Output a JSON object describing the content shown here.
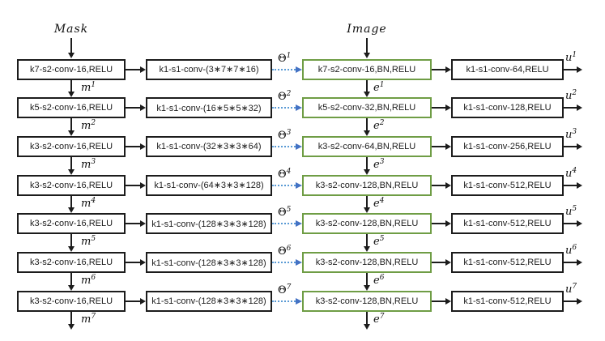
{
  "diagram": {
    "title": "two-branch sparse convolution encoder",
    "mask_input_label": "Mask",
    "image_input_label": "Image",
    "colors": {
      "box_border": "#1c1c1c",
      "image_box_border": "#6f9d45",
      "theta_arrow": "#5b9bd5",
      "theta_arrowhead": "#4472c4",
      "text": "#1c1c1c"
    },
    "rows": [
      {
        "mask_conv": "k7-s2-conv-16,RELU",
        "theta_conv": "k1-s1-conv-(3∗7∗7∗16)",
        "theta_label": {
          "base": "Θ",
          "sup": "1"
        },
        "image_conv": "k7-s2-conv-16,BN,RELU",
        "up_conv": "k1-s1-conv-64,RELU",
        "u_label": {
          "base": "u",
          "sup": "1"
        },
        "m_label": {
          "base": "m",
          "sup": "1"
        },
        "e_label": {
          "base": "e",
          "sup": "1"
        }
      },
      {
        "mask_conv": "k5-s2-conv-16,RELU",
        "theta_conv": "k1-s1-conv-(16∗5∗5∗32)",
        "theta_label": {
          "base": "Θ",
          "sup": "2"
        },
        "image_conv": "k5-s2-conv-32,BN,RELU",
        "up_conv": "k1-s1-conv-128,RELU",
        "u_label": {
          "base": "u",
          "sup": "2"
        },
        "m_label": {
          "base": "m",
          "sup": "2"
        },
        "e_label": {
          "base": "e",
          "sup": "2"
        }
      },
      {
        "mask_conv": "k3-s2-conv-16,RELU",
        "theta_conv": "k1-s1-conv-(32∗3∗3∗64)",
        "theta_label": {
          "base": "Θ",
          "sup": "3"
        },
        "image_conv": "k3-s2-conv-64,BN,RELU",
        "up_conv": "k1-s1-conv-256,RELU",
        "u_label": {
          "base": "u",
          "sup": "3"
        },
        "m_label": {
          "base": "m",
          "sup": "3"
        },
        "e_label": {
          "base": "e",
          "sup": "3"
        }
      },
      {
        "mask_conv": "k3-s2-conv-16,RELU",
        "theta_conv": "k1-s1-conv-(64∗3∗3∗128)",
        "theta_label": {
          "base": "Θ",
          "sup": "4"
        },
        "image_conv": "k3-s2-conv-128,BN,RELU",
        "up_conv": "k1-s1-conv-512,RELU",
        "u_label": {
          "base": "u",
          "sup": "4"
        },
        "m_label": {
          "base": "m",
          "sup": "4"
        },
        "e_label": {
          "base": "e",
          "sup": "4"
        }
      },
      {
        "mask_conv": "k3-s2-conv-16,RELU",
        "theta_conv": "k1-s1-conv-(128∗3∗3∗128)",
        "theta_label": {
          "base": "Θ",
          "sup": "5"
        },
        "image_conv": "k3-s2-conv-128,BN,RELU",
        "up_conv": "k1-s1-conv-512,RELU",
        "u_label": {
          "base": "u",
          "sup": "5"
        },
        "m_label": {
          "base": "m",
          "sup": "5"
        },
        "e_label": {
          "base": "e",
          "sup": "5"
        }
      },
      {
        "mask_conv": "k3-s2-conv-16,RELU",
        "theta_conv": "k1-s1-conv-(128∗3∗3∗128)",
        "theta_label": {
          "base": "Θ",
          "sup": "6"
        },
        "image_conv": "k3-s2-conv-128,BN,RELU",
        "up_conv": "k1-s1-conv-512,RELU",
        "u_label": {
          "base": "u",
          "sup": "6"
        },
        "m_label": {
          "base": "m",
          "sup": "6"
        },
        "e_label": {
          "base": "e",
          "sup": "6"
        }
      },
      {
        "mask_conv": "k3-s2-conv-16,RELU",
        "theta_conv": "k1-s1-conv-(128∗3∗3∗128)",
        "theta_label": {
          "base": "Θ",
          "sup": "7"
        },
        "image_conv": "k3-s2-conv-128,BN,RELU",
        "up_conv": "k1-s1-conv-512,RELU",
        "u_label": {
          "base": "u",
          "sup": "7"
        },
        "m_label": {
          "base": "m",
          "sup": "7"
        },
        "e_label": {
          "base": "e",
          "sup": "7"
        }
      }
    ]
  }
}
